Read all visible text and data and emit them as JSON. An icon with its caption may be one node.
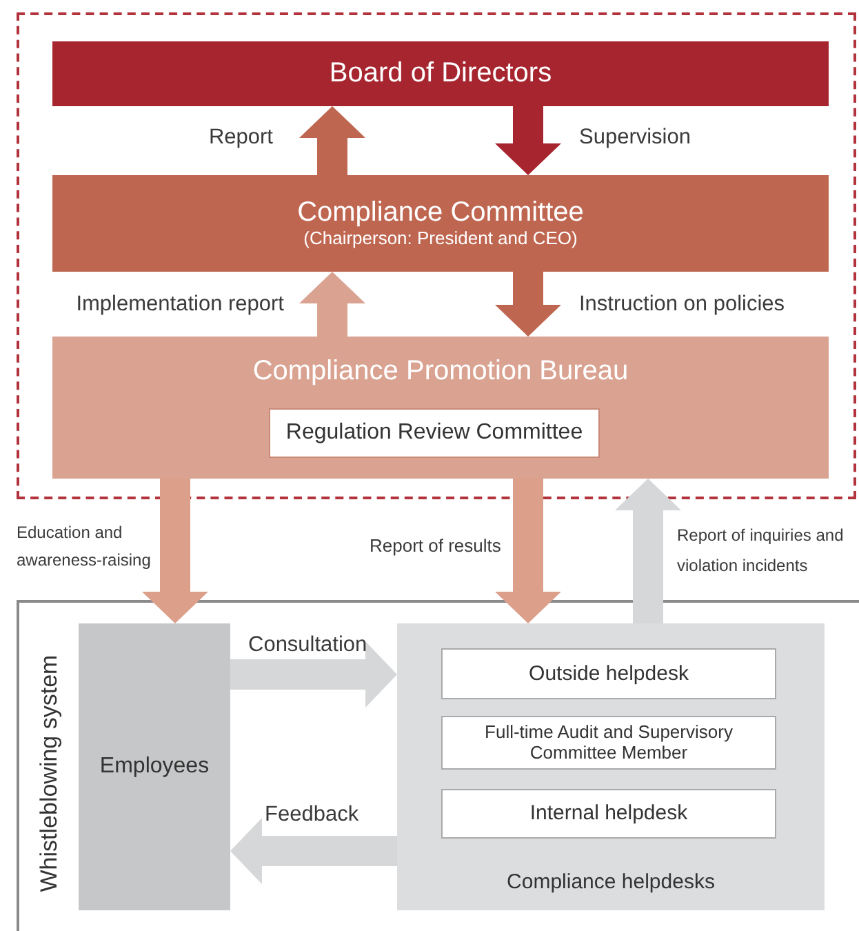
{
  "diagram": {
    "nodes": [
      {
        "text": [],
        "shape": "box"
      },
      {
        "text": [
          "Board of Directors"
        ],
        "in": 0
      },
      {
        "text": [
          "Compliance Committee",
          "(Chairperson: President and CEO)"
        ],
        "in": 0
      },
      {
        "text": [
          "Compliance Promotion Bureau"
        ],
        "in": 0
      },
      {
        "text": [
          "Regulation Review Committee"
        ],
        "in": 3
      },
      {
        "text": [
          "Whistleblowing system"
        ]
      },
      {
        "text": [
          "Employees"
        ],
        "in": 5
      },
      {
        "text": [
          "Compliance helpdesks"
        ],
        "in": 5
      },
      {
        "text": [
          "Outside helpdesk"
        ],
        "in": 7
      },
      {
        "text": [
          "Full-time Audit and Supervisory Committee Member"
        ],
        "in": 7
      },
      {
        "text": [
          "Internal helpdesk"
        ],
        "in": 7
      }
    ],
    "edges": [
      {
        "from": 2,
        "to": 1,
        "arrow": "to",
        "label": "Report",
        "color": "#bf6650"
      },
      {
        "from": 1,
        "to": 2,
        "arrow": "to",
        "label": "Supervision",
        "color": "#a6252f"
      },
      {
        "from": 3,
        "to": 2,
        "arrow": "to",
        "label": "Implementation report",
        "color": "#d9a291"
      },
      {
        "from": 2,
        "to": 3,
        "arrow": "to",
        "label": "Instruction on policies",
        "color": "#bf6650"
      },
      {
        "from": 3,
        "to": 6,
        "arrow": "to",
        "label": "Education and awareness-raising",
        "color": "#dc9f8a"
      },
      {
        "from": 3,
        "to": 7,
        "arrow": "to",
        "label": "Report of results",
        "color": "#dc9f8a"
      },
      {
        "from": 7,
        "to": 3,
        "arrow": "to",
        "label": "Report of inquiries and violation incidents",
        "color": "#d6d7d8"
      },
      {
        "from": 6,
        "to": 7,
        "arrow": "to",
        "label": "Consultation",
        "color": "#d6d7d8"
      },
      {
        "from": 7,
        "to": 6,
        "arrow": "to",
        "label": "Feedback",
        "color": "#d6d7d8"
      }
    ]
  }
}
